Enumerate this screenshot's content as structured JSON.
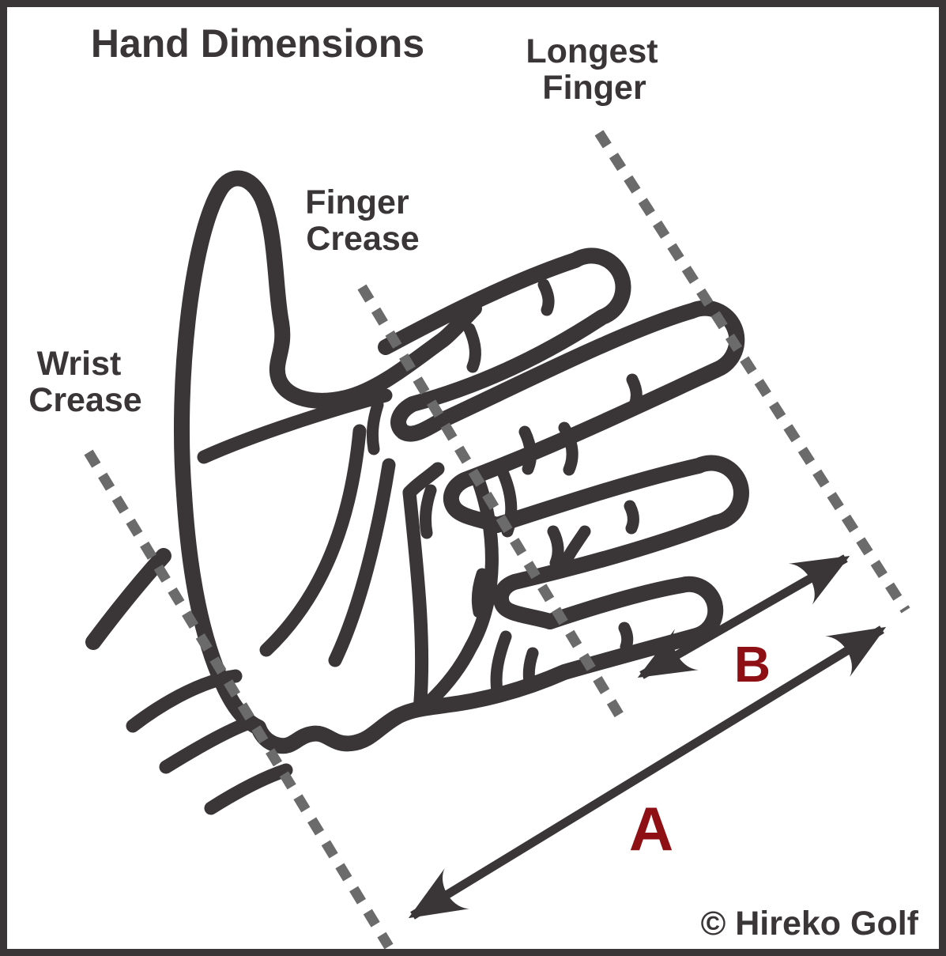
{
  "diagram": {
    "title": "Hand Dimensions",
    "annotations": {
      "longest_finger": {
        "line1": "Longest",
        "line2": "Finger"
      },
      "finger_crease": {
        "line1": "Finger",
        "line2": "Crease"
      },
      "wrist_crease": {
        "line1": "Wrist",
        "line2": "Crease"
      }
    },
    "measurements": {
      "a": {
        "label": "A"
      },
      "b": {
        "label": "B"
      }
    },
    "copyright": "© Hireko Golf",
    "colors": {
      "ink": "#3a3637",
      "dashed_line": "#6b6b6b",
      "measurement_label": "#8e1014",
      "background": "#ffffff"
    }
  }
}
